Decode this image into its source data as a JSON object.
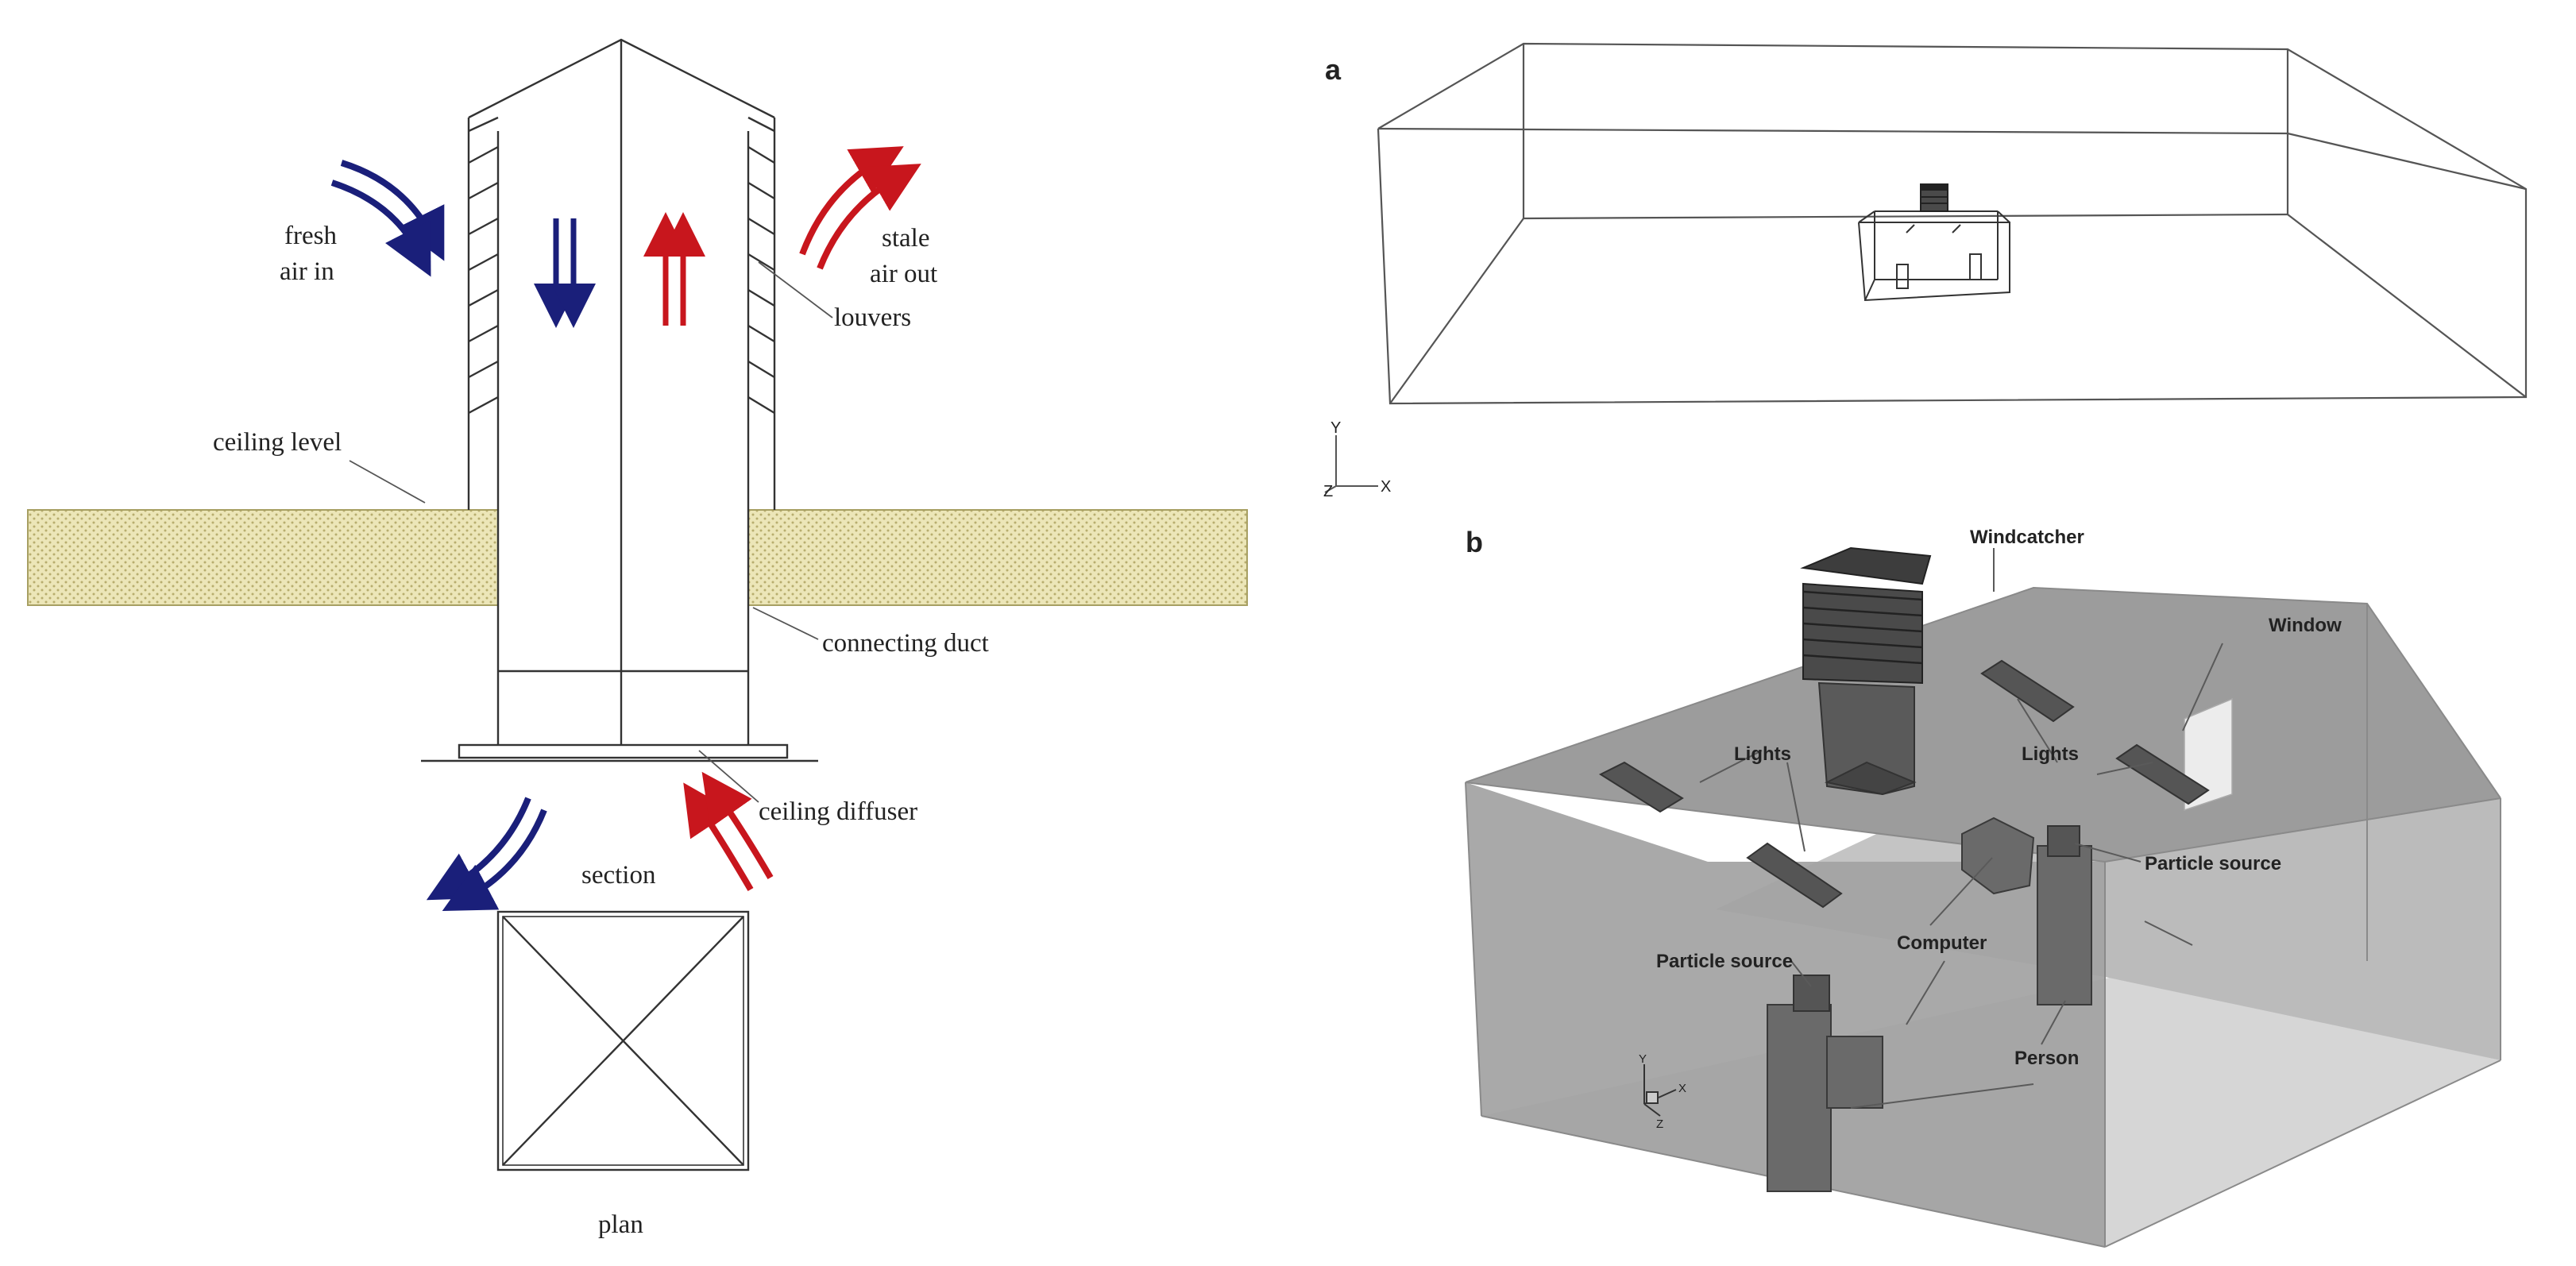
{
  "colors": {
    "fresh_air": "#1a1f7a",
    "stale_air": "#c8161d",
    "ceiling_fill": "#e9e3b4"
  },
  "left": {
    "fresh_air_1": "fresh",
    "fresh_air_2": "air in",
    "stale_air_1": "stale",
    "stale_air_2": "air out",
    "louvers": "louvers",
    "ceiling_level": "ceiling level",
    "connecting_duct": "connecting duct",
    "ceiling_diffuser": "ceiling diffuser",
    "section": "section",
    "plan": "plan"
  },
  "right": {
    "panel_a": "a",
    "panel_b": "b",
    "axis_y": "Y",
    "axis_z": "Z",
    "axis_x": "X",
    "windcatcher": "Windcatcher",
    "window": "Window",
    "lights_left": "Lights",
    "lights_right": "Lights",
    "particle_source_right": "Particle source",
    "particle_source_left": "Particle source",
    "computer": "Computer",
    "person": "Person"
  }
}
